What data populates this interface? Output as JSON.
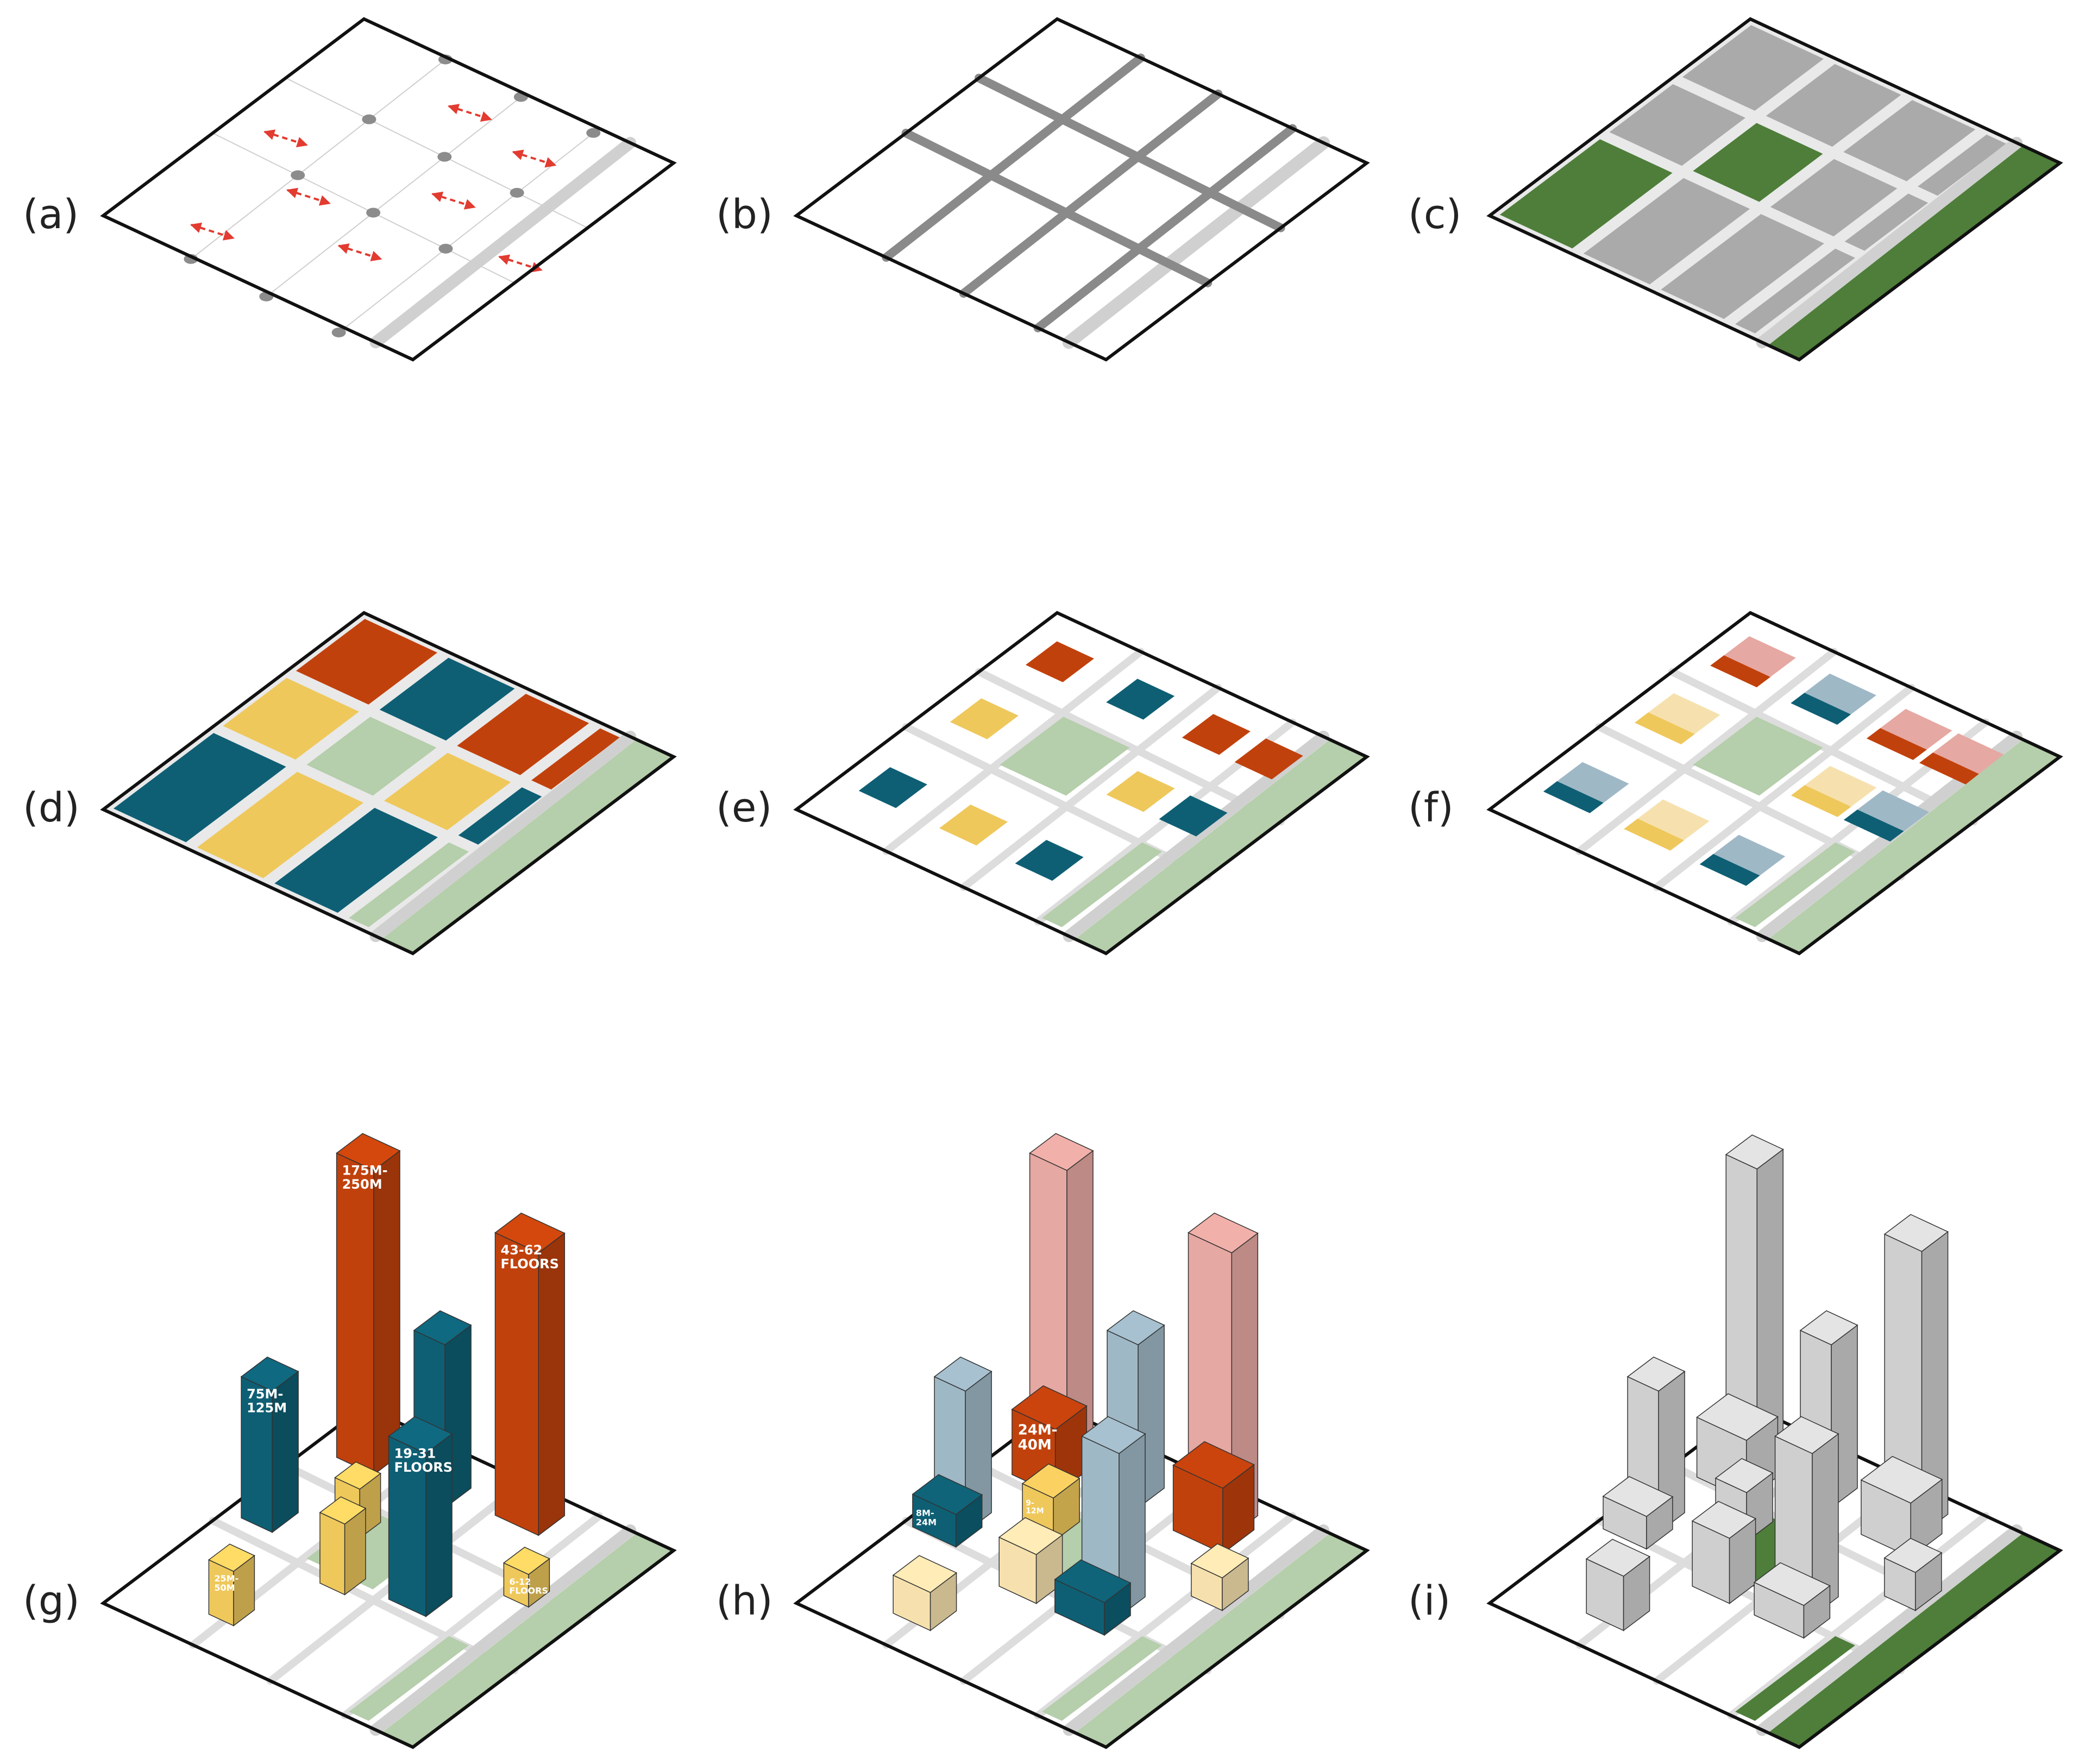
{
  "colors": {
    "background": "#ffffff",
    "outline": "#111111",
    "grid_node": "#8c8c8c",
    "flow_arrow": "#e23b30",
    "road_dark": "#8a8a8a",
    "road_light": "#d0d0d0",
    "block_gray": "#aaaaaa",
    "park_dark": "#4e7e3a",
    "park_light": "#b5ceab",
    "commercial": "#c1410c",
    "commercial_light": "#e6a8a2",
    "office": "#0e5f74",
    "office_light": "#9fb8c6",
    "residential": "#efc85c",
    "residential_light": "#f6e1ae",
    "massing": "#cfcfcf"
  },
  "panels": [
    {
      "id": "a",
      "label": "(a)",
      "icon": "pedestrian-flow-grid-icon"
    },
    {
      "id": "b",
      "label": "(b)",
      "icon": "street-network-icon"
    },
    {
      "id": "c",
      "label": "(c)",
      "icon": "blocks-and-parks-icon"
    },
    {
      "id": "d",
      "label": "(d)",
      "icon": "land-use-zoning-icon"
    },
    {
      "id": "e",
      "label": "(e)",
      "icon": "plot-frontage-icon"
    },
    {
      "id": "f",
      "label": "(f)",
      "icon": "setback-orientation-icon"
    },
    {
      "id": "g",
      "label": "(g)",
      "icon": "height-envelope-icon"
    },
    {
      "id": "h",
      "label": "(h)",
      "icon": "podium-massing-icon"
    },
    {
      "id": "i",
      "label": "(i)",
      "icon": "final-massing-icon"
    }
  ],
  "height_tags": {
    "g_commercial_tall": [
      "175M-",
      "250M"
    ],
    "g_commercial_right": [
      "43-62",
      "FLOORS"
    ],
    "g_office_left": [
      "75M-",
      "125M"
    ],
    "g_office_front": [
      "19-31",
      "FLOORS"
    ],
    "g_residential_right": [
      "6-12",
      "FLOORS"
    ],
    "g_residential_front": [
      "25M-",
      "50M"
    ],
    "h_commercial_podium": [
      "24M-",
      "40M"
    ],
    "h_office_podium": [
      "8M-",
      "24M"
    ],
    "h_residential_podium": [
      "9-",
      "12M"
    ]
  }
}
